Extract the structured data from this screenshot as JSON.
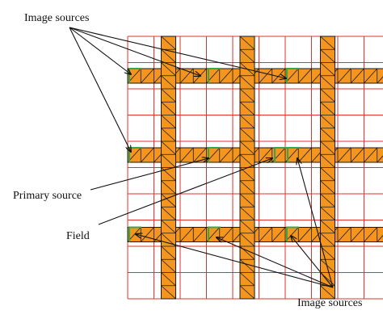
{
  "labels": {
    "image_sources_top": "Image sources",
    "primary_source": "Primary source",
    "field": "Field",
    "image_sources_bottom": "Image sources"
  },
  "colors": {
    "grid_line": "#e0342f",
    "strip_fill": "#f3951f",
    "strip_stroke": "#1a1a1a",
    "highlight": "#3aa64a",
    "arrow": "#111111",
    "background": "#ffffff"
  }
}
